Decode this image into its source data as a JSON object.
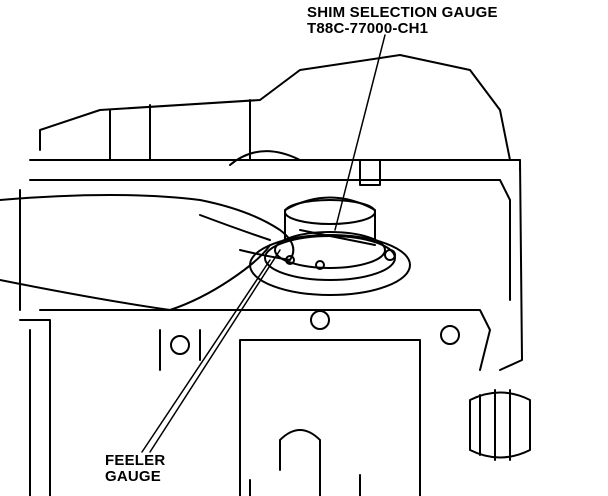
{
  "labels": {
    "shim_gauge_line1": "SHIM SELECTION GAUGE",
    "shim_gauge_line2": "T88C-77000-CH1",
    "feeler_line1": "FEELER",
    "feeler_line2": "GAUGE"
  },
  "colors": {
    "ink": "#000000",
    "paper": "#ffffff"
  }
}
